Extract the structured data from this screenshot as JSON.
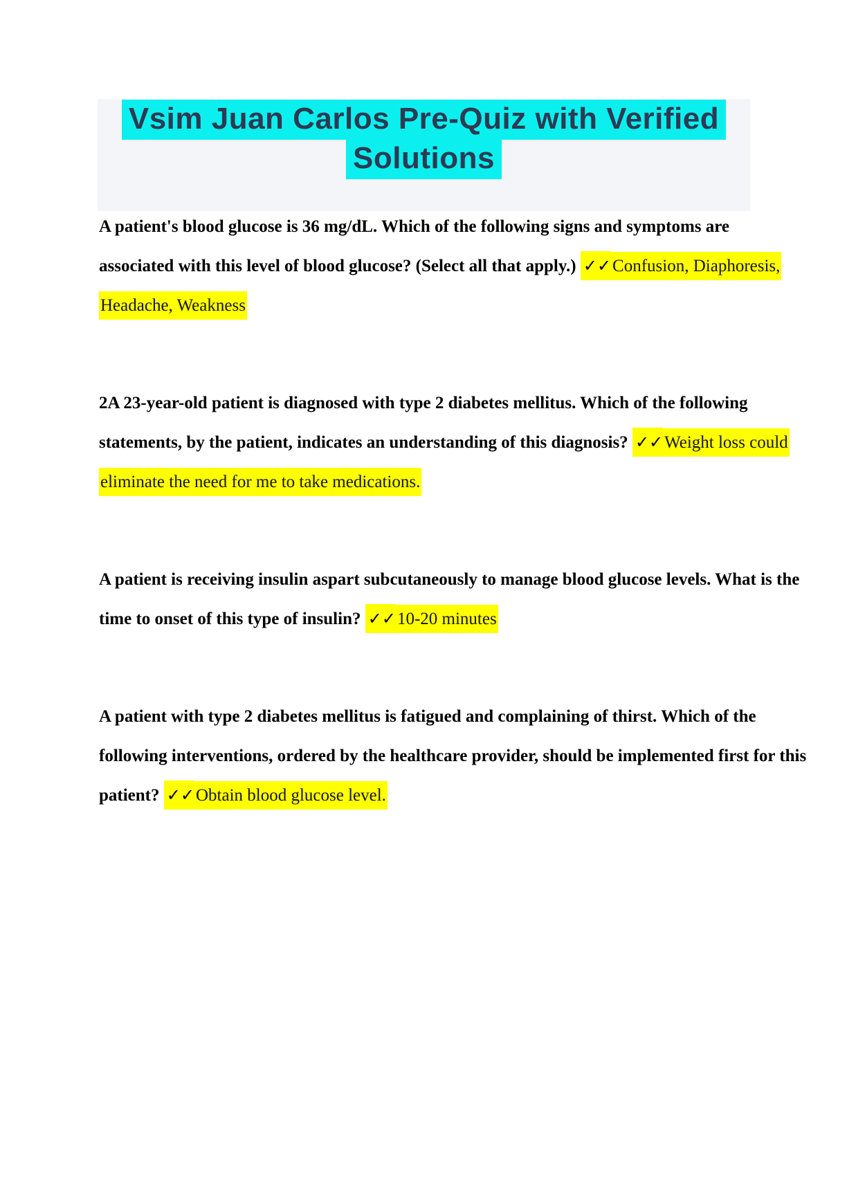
{
  "colors": {
    "title_highlight": "#0cefef",
    "answer_highlight": "#ffff00",
    "header_background": "#f4f5f9",
    "title_text": "#2d3a52",
    "question_text": "#000000",
    "answer_text": "#15151f"
  },
  "header": {
    "title": "Vsim Juan Carlos Pre-Quiz with Verified Solutions",
    "title_lines": [
      "Vsim Juan Carlos Pre-Quiz with Verified",
      "Solutions"
    ]
  },
  "checkmark_glyphs": "✓✓",
  "questions": [
    {
      "lines": [
        {
          "segments": [
            {
              "style": "question",
              "text": "A patient's blood glucose is 36 mg/dL. Which of the following signs and symptoms are"
            }
          ]
        },
        {
          "segments": [
            {
              "style": "question",
              "text": "associated with this level of blood glucose? (Select all that apply.) "
            },
            {
              "style": "check",
              "text": "✓✓"
            },
            {
              "style": "answer",
              "text": "Confusion, Diaphoresis,"
            }
          ]
        },
        {
          "segments": [
            {
              "style": "answer",
              "text": "Headache, Weakness"
            }
          ]
        }
      ]
    },
    {
      "lines": [
        {
          "segments": [
            {
              "style": "question",
              "text": "2A 23-year-old patient is diagnosed with type 2 diabetes mellitus. Which of the following"
            }
          ]
        },
        {
          "segments": [
            {
              "style": "question",
              "text": "statements, by the patient, indicates an understanding of this diagnosis? "
            },
            {
              "style": "check",
              "text": "✓✓"
            },
            {
              "style": "answer",
              "text": "Weight loss could"
            }
          ]
        },
        {
          "segments": [
            {
              "style": "answer",
              "text": "eliminate the need for me to take medications."
            }
          ]
        }
      ]
    },
    {
      "lines": [
        {
          "segments": [
            {
              "style": "question",
              "text": "A patient is receiving insulin aspart subcutaneously to manage blood glucose levels. What is the"
            }
          ]
        },
        {
          "segments": [
            {
              "style": "question",
              "text": "time to onset of this type of insulin? "
            },
            {
              "style": "check",
              "text": "✓✓"
            },
            {
              "style": "answer",
              "text": "10-20 minutes"
            }
          ]
        }
      ]
    },
    {
      "lines": [
        {
          "segments": [
            {
              "style": "question",
              "text": "A patient with type 2 diabetes mellitus is fatigued and complaining of thirst. Which of the"
            }
          ]
        },
        {
          "segments": [
            {
              "style": "question",
              "text": "following interventions, ordered by the healthcare provider, should be implemented first for this"
            }
          ]
        },
        {
          "segments": [
            {
              "style": "question",
              "text": "patient? "
            },
            {
              "style": "check",
              "text": "✓✓"
            },
            {
              "style": "answer",
              "text": "Obtain blood glucose level."
            }
          ]
        }
      ]
    }
  ]
}
